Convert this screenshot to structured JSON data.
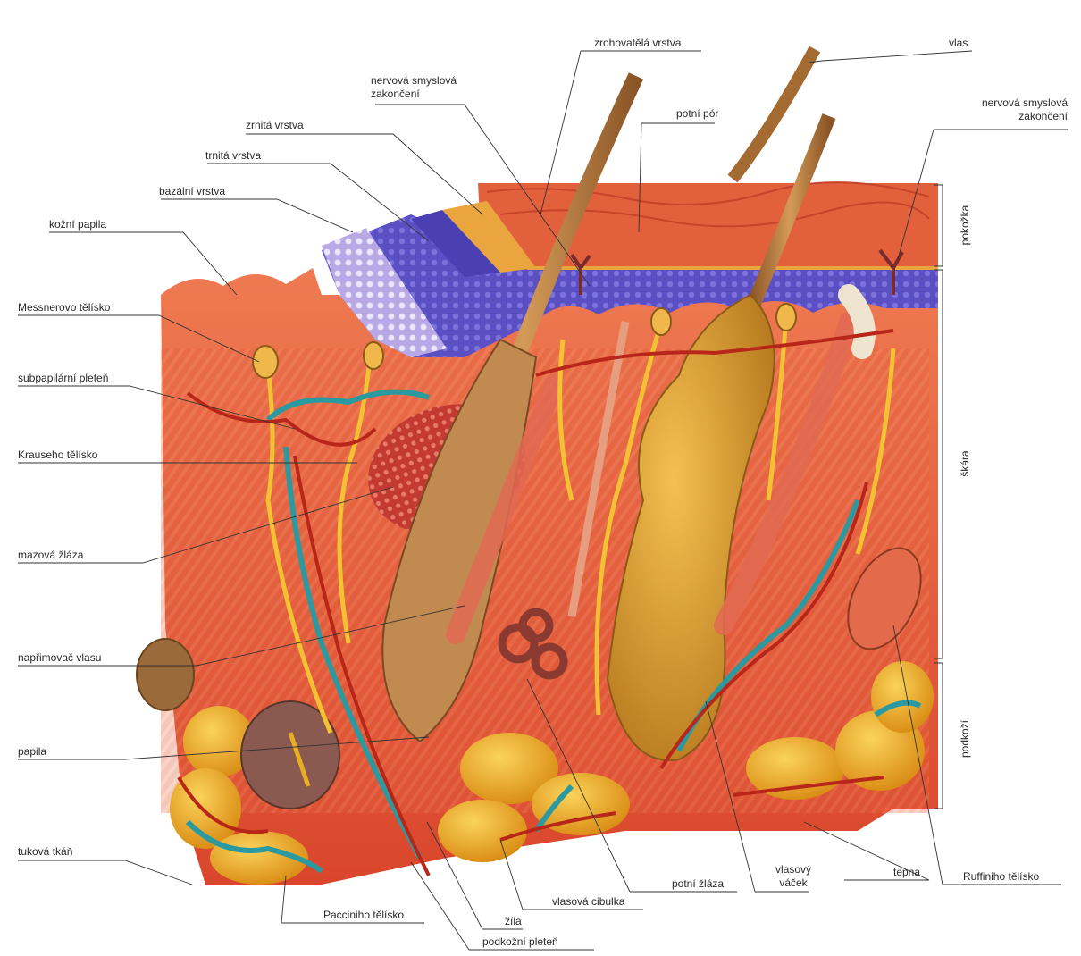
{
  "labels": {
    "zrohovatela_vrstva": "zrohovatělá vrstva",
    "vlas": "vlas",
    "nervova_zakonceni_1": [
      "nervová smyslová",
      "zakončení"
    ],
    "potni_por": "potní pór",
    "nervova_zakonceni_2": [
      "nervová smyslová",
      "zakončení"
    ],
    "zrnita_vrstva": "zrnitá vrstva",
    "trnita_vrstva": "trnitá vrstva",
    "bazalni_vrstva": "bazální vrstva",
    "kozni_papila": "kožní papila",
    "meissnerovo_telisko": "Messnerovo tělísko",
    "subpapilarni_plet": "subpapilární pleteň",
    "krauseho_telisko": "Krauseho tělísko",
    "mazova_zlaza": "mazová žláza",
    "napriomovac_vlasu": "napřimovač vlasu",
    "papila": "papila",
    "tukova_tkan": "tuková tkáň",
    "pacciniho_telisko": "Pacciniho tělísko",
    "zila": "žíla",
    "podkozni_plet": "podkožní pleteň",
    "vlasova_cibulka": "vlasová cibulka",
    "potni_zlaza": "potní žláza",
    "vlasovy_vacek": [
      "vlasový",
      "váček"
    ],
    "tepna": "tepna",
    "ruffiniho_telisko": "Ruffiniho tělísko"
  },
  "regions": {
    "pokozka": "pokožka",
    "skara": "škára",
    "podkozi": "podkoží"
  },
  "colors": {
    "dermis": "#e0583a",
    "dermis_light": "#f08a5e",
    "epidermis_blue": "#4a3fb0",
    "granular": "#e8a040",
    "fat": "#e9a820",
    "nerve": "#f2c232",
    "vein": "#2a9aa0",
    "artery": "#c42a1a",
    "hair": "#b5773a"
  }
}
